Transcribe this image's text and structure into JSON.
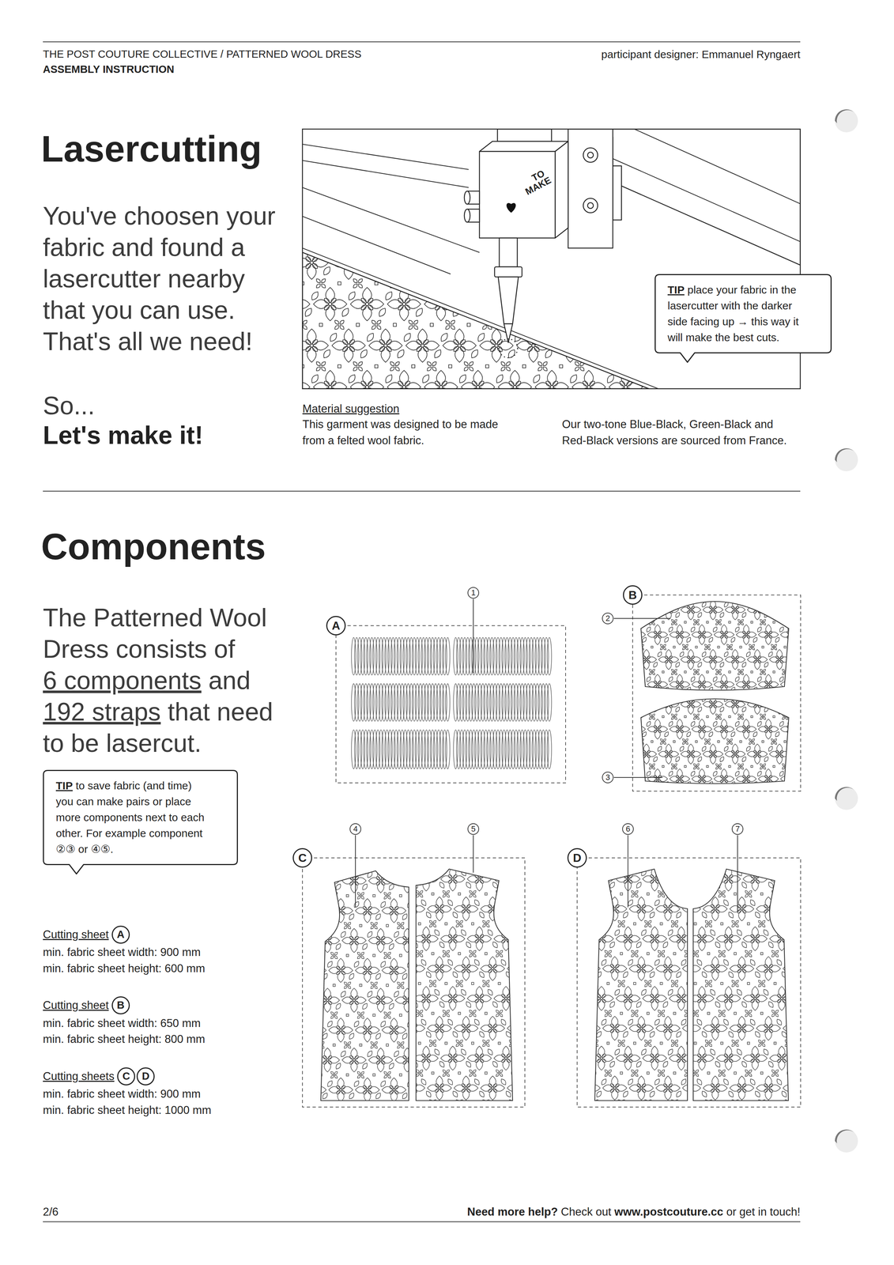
{
  "diagram": {
    "nodes": [
      {
        "text": [
          "TIP",
          "place your fabric in the lasercutter with the darker side facing up → this way it will make the best cuts."
        ]
      },
      {
        "text": [
          "1"
        ]
      },
      {
        "text": [
          "A"
        ]
      },
      {
        "text": [
          "B"
        ]
      },
      {
        "text": [
          "2"
        ]
      },
      {
        "text": [
          "3"
        ]
      },
      {
        "text": [
          "TIP",
          "to save fabric (and time) you can make pairs or place more components next to each other. For example component ②③ or ④⑤."
        ]
      },
      {
        "text": [
          "4"
        ]
      },
      {
        "text": [
          "5"
        ]
      },
      {
        "text": [
          "6"
        ]
      },
      {
        "text": [
          "7"
        ]
      },
      {
        "text": [
          "C"
        ]
      },
      {
        "text": [
          "D"
        ]
      },
      {
        "text": [
          "A"
        ]
      },
      {
        "text": [
          "B"
        ]
      },
      {
        "text": [
          "C"
        ]
      },
      {
        "text": [
          "D"
        ]
      }
    ],
    "labels": [
      "THE POST COUTURE COLLECTIVE / PATTERNED WOOL DRESS",
      "ASSEMBLY INSTRUCTION",
      "participant designer: Emmanuel Ryngaert",
      "Lasercutting",
      "You've choosen your fabric and found a lasercutter nearby that you can use. That's all we need!",
      "So...",
      "Let's make it!",
      "TO",
      "MAKE",
      "Material suggestion",
      "This garment was designed to be made from a felted wool fabric.",
      "Our two-tone Blue-Black, Green-Black and Red-Black versions are sourced from France.",
      "Components",
      "The Patterned Wool Dress consists of",
      "6 components",
      "and",
      "192 straps",
      "that need to be lasercut.",
      "Cutting sheet",
      "min. fabric sheet width: 900 mm",
      "min. fabric sheet height: 600 mm",
      "Cutting sheet",
      "min. fabric sheet width: 650 mm",
      "min. fabric sheet height: 800 mm",
      "Cutting sheets",
      "min. fabric sheet width: 900 mm",
      "min. fabric sheet height: 1000 mm",
      "2/6",
      "Need more help?",
      "Check out",
      "www.postcouture.cc",
      "or get in touch!"
    ]
  }
}
